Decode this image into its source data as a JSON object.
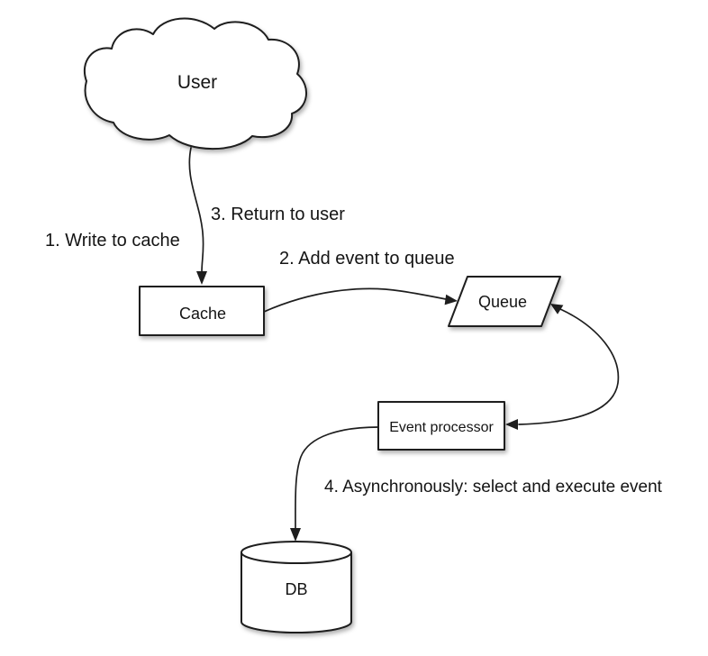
{
  "colors": {
    "stroke": "#1e1e1e",
    "fill": "#ffffff",
    "text": "#141414",
    "background": "#ffffff"
  },
  "diagram": {
    "type": "flow-diagram",
    "nodes": {
      "user": {
        "label": "User",
        "shape": "cloud"
      },
      "cache": {
        "label": "Cache",
        "shape": "rectangle"
      },
      "queue": {
        "label": "Queue",
        "shape": "parallelogram"
      },
      "event_processor": {
        "label": "Event processor",
        "shape": "rectangle"
      },
      "db": {
        "label": "DB",
        "shape": "cylinder"
      }
    },
    "labels": {
      "step1": "1. Write to cache",
      "step2": "2. Add event to queue",
      "step3": "3. Return to user",
      "step4": "4. Asynchronously: select and execute event"
    },
    "edges": [
      {
        "from": "user",
        "to": "cache",
        "heads": [
          "end"
        ],
        "annotations": [
          "step1",
          "step3"
        ]
      },
      {
        "from": "cache",
        "to": "queue",
        "heads": [
          "end"
        ],
        "annotations": [
          "step2"
        ]
      },
      {
        "from": "queue",
        "to": "event_processor",
        "heads": [
          "start",
          "end"
        ],
        "annotations": []
      },
      {
        "from": "event_processor",
        "to": "db",
        "heads": [
          "end"
        ],
        "annotations": [
          "step4"
        ]
      }
    ]
  }
}
